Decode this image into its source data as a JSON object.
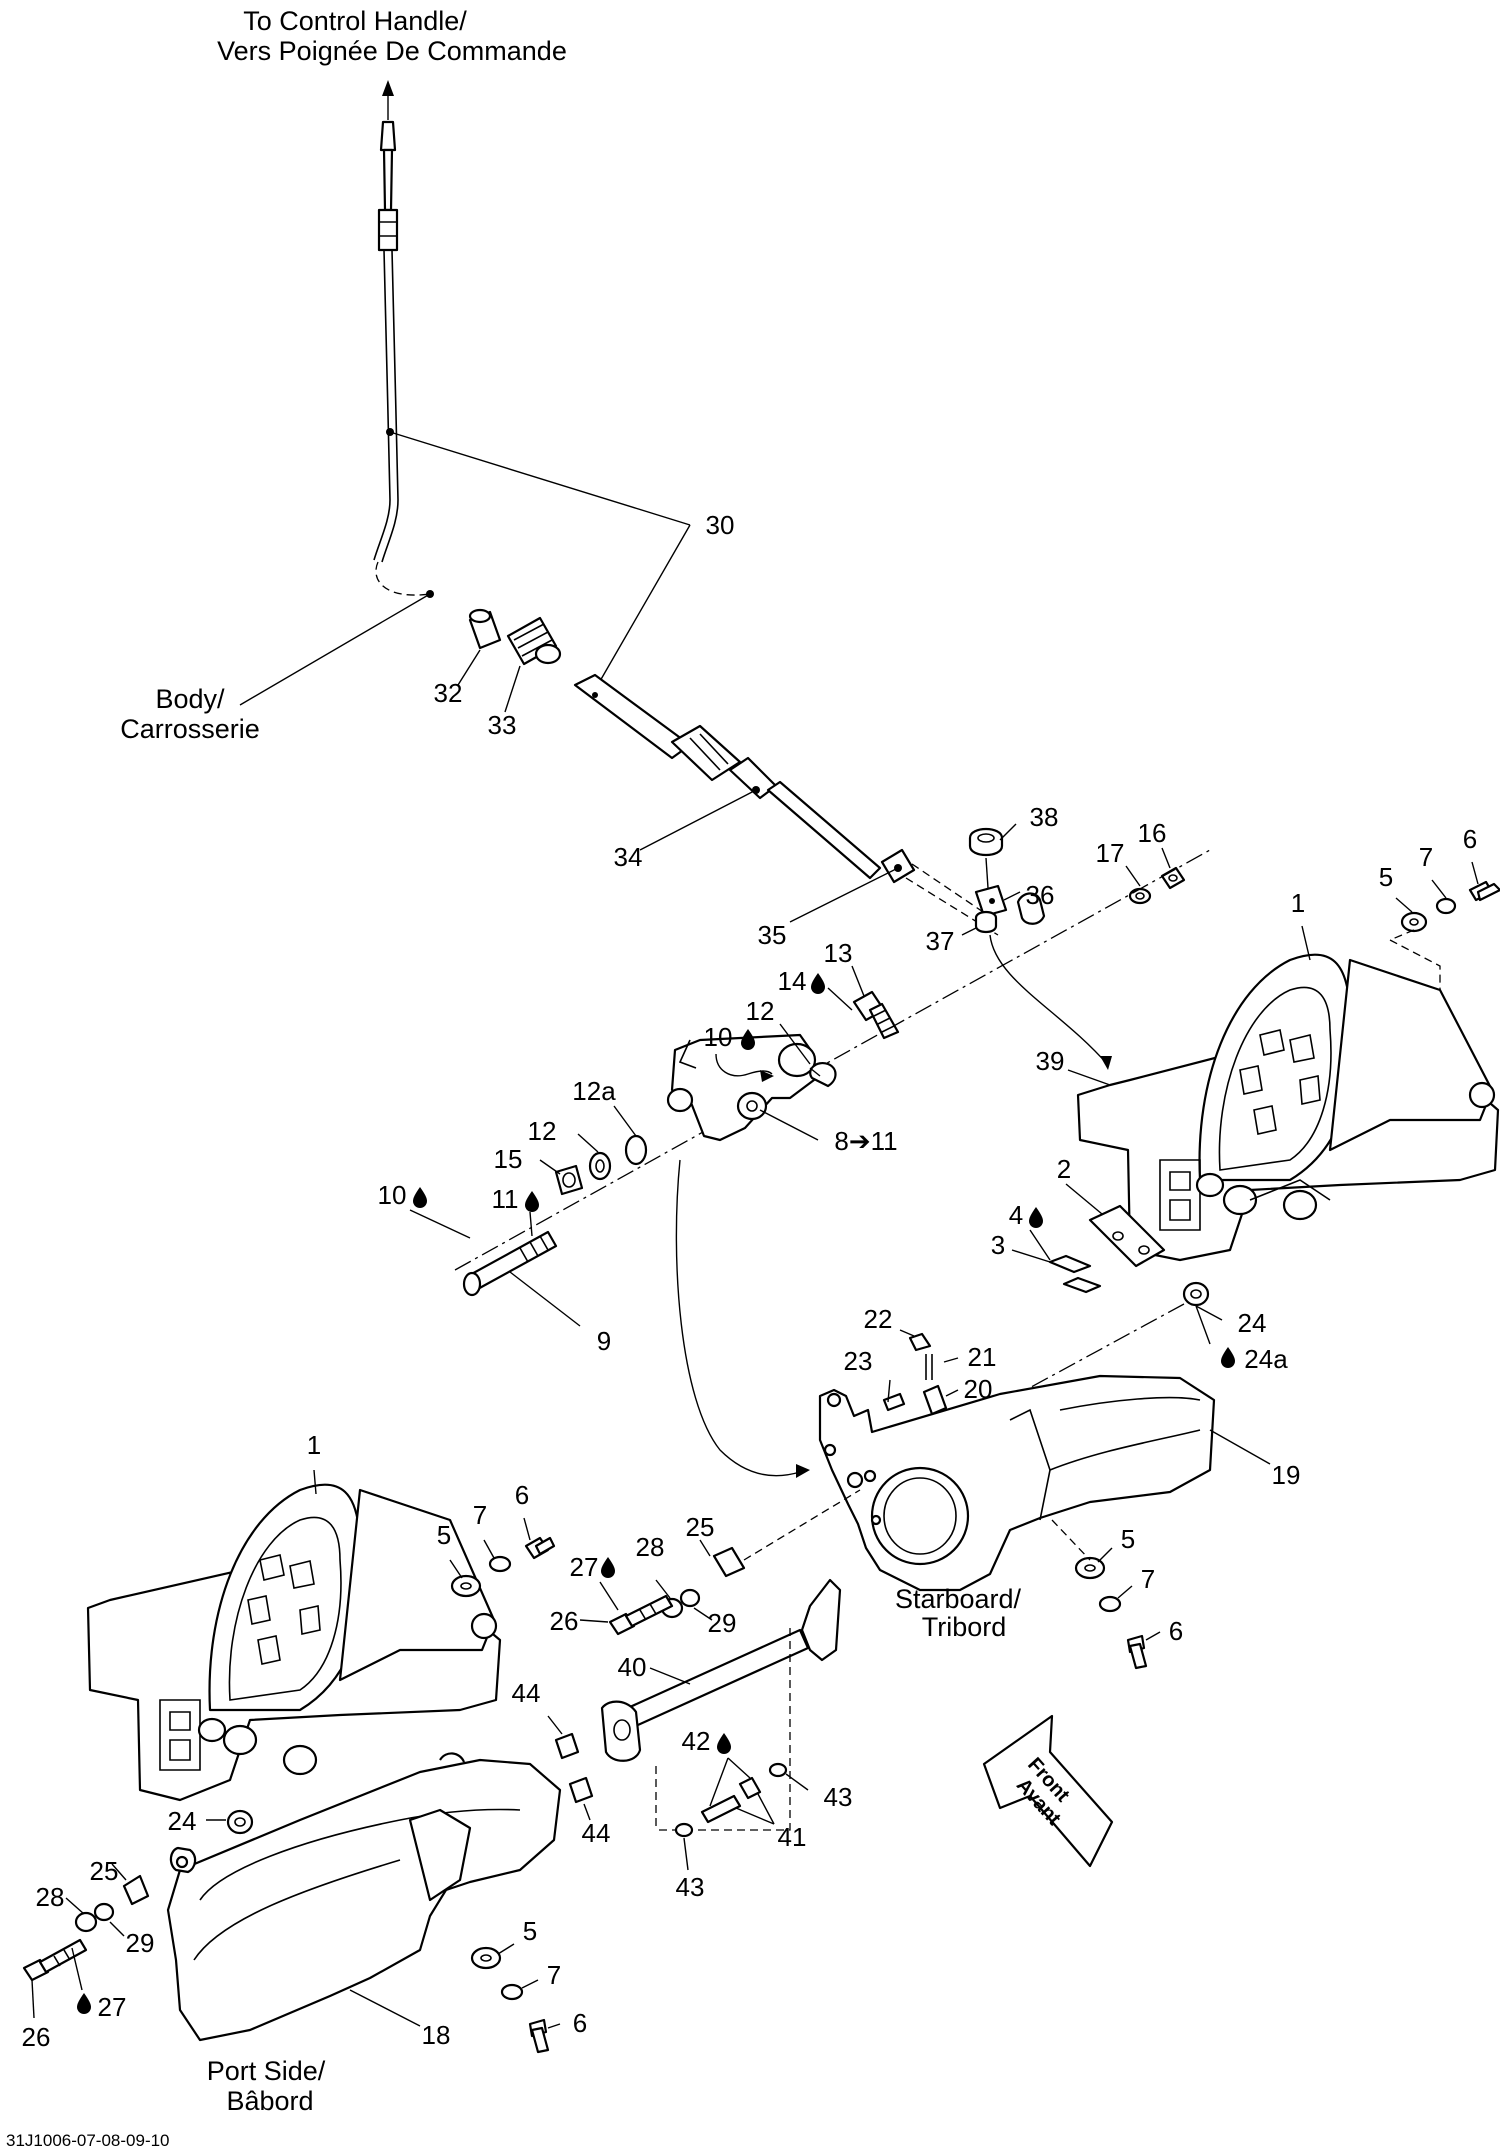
{
  "captions": {
    "control_handle_line1": "To Control Handle/",
    "control_handle_line2": "Vers Poignée De Commande",
    "body_line1": "Body/",
    "body_line2": "Carrosserie",
    "starboard_line1": "Starboard/",
    "starboard_line2": "Tribord",
    "port_line1": "Port Side/",
    "port_line2": "Bâbord",
    "front_line1": "Front",
    "front_line2": "Avant",
    "reference": "31J1006-07-08-09-10"
  },
  "callouts": {
    "c1a": "1",
    "c1b": "1",
    "c2": "2",
    "c3": "3",
    "c4": "4",
    "c5a": "5",
    "c5b": "5",
    "c5c": "5",
    "c5d": "5",
    "c6a": "6",
    "c6b": "6",
    "c6c": "6",
    "c6d": "6",
    "c7a": "7",
    "c7b": "7",
    "c7c": "7",
    "c7d": "7",
    "c8": "8➔11",
    "c9": "9",
    "c10a": "10",
    "c10b": "10",
    "c11": "11",
    "c12a": "12",
    "c12b": "12",
    "c12c": "12a",
    "c13": "13",
    "c14": "14",
    "c15": "15",
    "c16": "16",
    "c17": "17",
    "c18": "18",
    "c19": "19",
    "c20": "20",
    "c21": "21",
    "c22": "22",
    "c23": "23",
    "c24a": "24",
    "c24b": "24a",
    "c24c": "24",
    "c25a": "25",
    "c25b": "25",
    "c26a": "26",
    "c26b": "26",
    "c27a": "27",
    "c27b": "27",
    "c28a": "28",
    "c28b": "28",
    "c29a": "29",
    "c29b": "29",
    "c30": "30",
    "c32": "32",
    "c33": "33",
    "c34": "34",
    "c35": "35",
    "c36": "36",
    "c37": "37",
    "c38": "38",
    "c39": "39",
    "c40": "40",
    "c41": "41",
    "c42": "42",
    "c43a": "43",
    "c43b": "43",
    "c44a": "44",
    "c44b": "44"
  },
  "icons": {
    "drop": "adhesive-drop-icon",
    "arrow": "front-direction-arrow-icon"
  }
}
